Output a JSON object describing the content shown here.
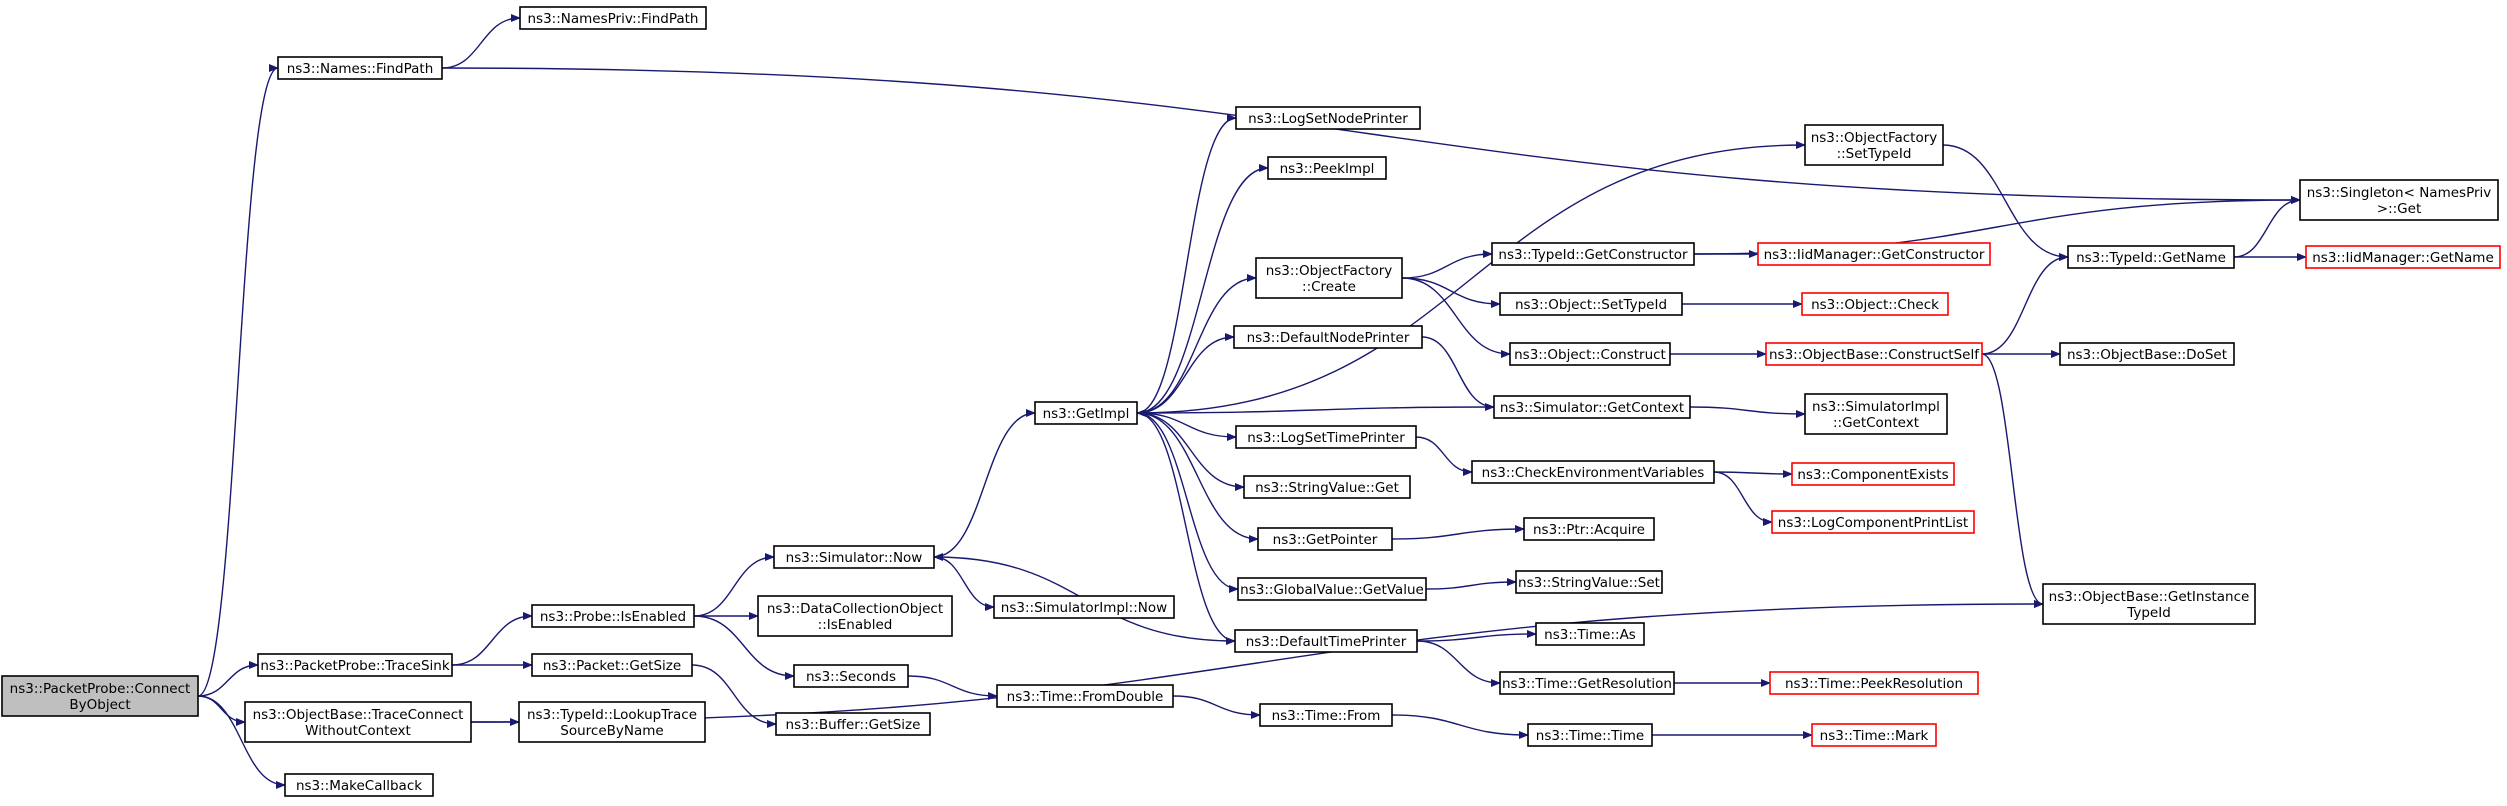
{
  "nodes": {
    "root": [
      "ns3::PacketProbe::Connect",
      "ByObject"
    ],
    "names_findpath": [
      "ns3::Names::FindPath"
    ],
    "namespriv_findpath": [
      "ns3::NamesPriv::FindPath"
    ],
    "traceSink": [
      "ns3::PacketProbe::TraceSink"
    ],
    "traceConnect": [
      "ns3::ObjectBase::TraceConnect",
      "WithoutContext"
    ],
    "makeCallback": [
      "ns3::MakeCallback"
    ],
    "probeIsEnabled": [
      "ns3::Probe::IsEnabled"
    ],
    "packetGetSize": [
      "ns3::Packet::GetSize"
    ],
    "lookupTrace": [
      "ns3::TypeId::LookupTrace",
      "SourceByName"
    ],
    "simNow": [
      "ns3::Simulator::Now"
    ],
    "dcoIsEnabled": [
      "ns3::DataCollectionObject",
      "::IsEnabled"
    ],
    "seconds": [
      "ns3::Seconds"
    ],
    "bufferGetSize": [
      "ns3::Buffer::GetSize"
    ],
    "simImplNow": [
      "ns3::SimulatorImpl::Now"
    ],
    "fromDouble": [
      "ns3::Time::FromDouble"
    ],
    "getImpl": [
      "ns3::GetImpl"
    ],
    "logSetNodePrinter": [
      "ns3::LogSetNodePrinter"
    ],
    "peekImpl": [
      "ns3::PeekImpl"
    ],
    "objFactoryCreate": [
      "ns3::ObjectFactory",
      "::Create"
    ],
    "defaultNodePrinter": [
      "ns3::DefaultNodePrinter"
    ],
    "logSetTimePrinter": [
      "ns3::LogSetTimePrinter"
    ],
    "stringValueGet": [
      "ns3::StringValue::Get"
    ],
    "getPointer": [
      "ns3::GetPointer"
    ],
    "globalValueGetValue": [
      "ns3::GlobalValue::GetValue"
    ],
    "defaultTimePrinter": [
      "ns3::DefaultTimePrinter"
    ],
    "timeFrom": [
      "ns3::Time::From"
    ],
    "objFactorySetTypeId": [
      "ns3::ObjectFactory",
      "::SetTypeId"
    ],
    "typeIdGetConstructor": [
      "ns3::TypeId::GetConstructor"
    ],
    "objectSetTypeId": [
      "ns3::Object::SetTypeId"
    ],
    "objectConstruct": [
      "ns3::Object::Construct"
    ],
    "simGetContext": [
      "ns3::Simulator::GetContext"
    ],
    "checkEnvVars": [
      "ns3::CheckEnvironmentVariables"
    ],
    "ptrAcquire": [
      "ns3::Ptr::Acquire"
    ],
    "stringValueSet": [
      "ns3::StringValue::Set"
    ],
    "timeAs": [
      "ns3::Time::As"
    ],
    "timeGetResolution": [
      "ns3::Time::GetResolution"
    ],
    "timeTime": [
      "ns3::Time::Time"
    ],
    "iidGetConstructor": [
      "ns3::IidManager::GetConstructor"
    ],
    "objectCheck": [
      "ns3::Object::Check"
    ],
    "constructSelf": [
      "ns3::ObjectBase::ConstructSelf"
    ],
    "simImplGetContext": [
      "ns3::SimulatorImpl",
      "::GetContext"
    ],
    "componentExists": [
      "ns3::ComponentExists"
    ],
    "logCompPrintList": [
      "ns3::LogComponentPrintList"
    ],
    "peekResolution": [
      "ns3::Time::PeekResolution"
    ],
    "timeMark": [
      "ns3::Time::Mark"
    ],
    "typeIdGetName": [
      "ns3::TypeId::GetName"
    ],
    "objectBaseDoSet": [
      "ns3::ObjectBase::DoSet"
    ],
    "getInstanceTypeId": [
      "ns3::ObjectBase::GetInstance",
      "TypeId"
    ],
    "singletonGet": [
      "ns3::Singleton< NamesPriv",
      " >::Get"
    ],
    "iidGetName": [
      "ns3::IidManager::GetName"
    ]
  },
  "colors": {
    "edge": "#191970",
    "node_border": "#000000",
    "node_border_incomplete": "#ff0000",
    "root_fill": "#bfbfbf",
    "node_fill": "#ffffff"
  },
  "incomplete_nodes": [
    "iidGetConstructor",
    "objectCheck",
    "constructSelf",
    "componentExists",
    "logCompPrintList",
    "peekResolution",
    "timeMark",
    "iidGetName"
  ],
  "edges": [
    [
      "root",
      "names_findpath"
    ],
    [
      "root",
      "traceSink"
    ],
    [
      "root",
      "traceConnect"
    ],
    [
      "root",
      "makeCallback"
    ],
    [
      "names_findpath",
      "namespriv_findpath"
    ],
    [
      "names_findpath",
      "singletonGet"
    ],
    [
      "traceSink",
      "probeIsEnabled"
    ],
    [
      "traceSink",
      "packetGetSize"
    ],
    [
      "traceConnect",
      "lookupTrace"
    ],
    [
      "traceConnect",
      "getInstanceTypeId"
    ],
    [
      "probeIsEnabled",
      "simNow"
    ],
    [
      "probeIsEnabled",
      "dcoIsEnabled"
    ],
    [
      "probeIsEnabled",
      "seconds"
    ],
    [
      "packetGetSize",
      "bufferGetSize"
    ],
    [
      "simNow",
      "getImpl"
    ],
    [
      "simNow",
      "simImplNow"
    ],
    [
      "seconds",
      "fromDouble"
    ],
    [
      "fromDouble",
      "timeFrom"
    ],
    [
      "getImpl",
      "logSetNodePrinter"
    ],
    [
      "getImpl",
      "peekImpl"
    ],
    [
      "getImpl",
      "objFactorySetTypeId"
    ],
    [
      "getImpl",
      "objFactoryCreate"
    ],
    [
      "getImpl",
      "defaultNodePrinter"
    ],
    [
      "getImpl",
      "logSetTimePrinter"
    ],
    [
      "getImpl",
      "stringValueGet"
    ],
    [
      "getImpl",
      "getPointer"
    ],
    [
      "getImpl",
      "globalValueGetValue"
    ],
    [
      "getImpl",
      "defaultTimePrinter"
    ],
    [
      "objFactoryCreate",
      "typeIdGetConstructor"
    ],
    [
      "objFactoryCreate",
      "objectSetTypeId"
    ],
    [
      "objFactoryCreate",
      "objectConstruct"
    ],
    [
      "defaultNodePrinter",
      "simGetContext"
    ],
    [
      "simGetContext",
      "getImpl"
    ],
    [
      "simGetContext",
      "simImplGetContext"
    ],
    [
      "logSetTimePrinter",
      "checkEnvVars"
    ],
    [
      "getPointer",
      "ptrAcquire"
    ],
    [
      "globalValueGetValue",
      "stringValueSet"
    ],
    [
      "defaultTimePrinter",
      "simNow"
    ],
    [
      "defaultTimePrinter",
      "timeAs"
    ],
    [
      "defaultTimePrinter",
      "timeGetResolution"
    ],
    [
      "timeFrom",
      "timeTime"
    ],
    [
      "objFactorySetTypeId",
      "typeIdGetName"
    ],
    [
      "typeIdGetConstructor",
      "iidGetConstructor"
    ],
    [
      "typeIdGetConstructor",
      "singletonGet"
    ],
    [
      "objectSetTypeId",
      "objectCheck"
    ],
    [
      "objectConstruct",
      "constructSelf"
    ],
    [
      "checkEnvVars",
      "componentExists"
    ],
    [
      "checkEnvVars",
      "logCompPrintList"
    ],
    [
      "timeGetResolution",
      "peekResolution"
    ],
    [
      "timeTime",
      "timeMark"
    ],
    [
      "constructSelf",
      "typeIdGetName"
    ],
    [
      "constructSelf",
      "objectBaseDoSet"
    ],
    [
      "constructSelf",
      "getInstanceTypeId"
    ],
    [
      "typeIdGetName",
      "singletonGet"
    ],
    [
      "typeIdGetName",
      "iidGetName"
    ]
  ]
}
